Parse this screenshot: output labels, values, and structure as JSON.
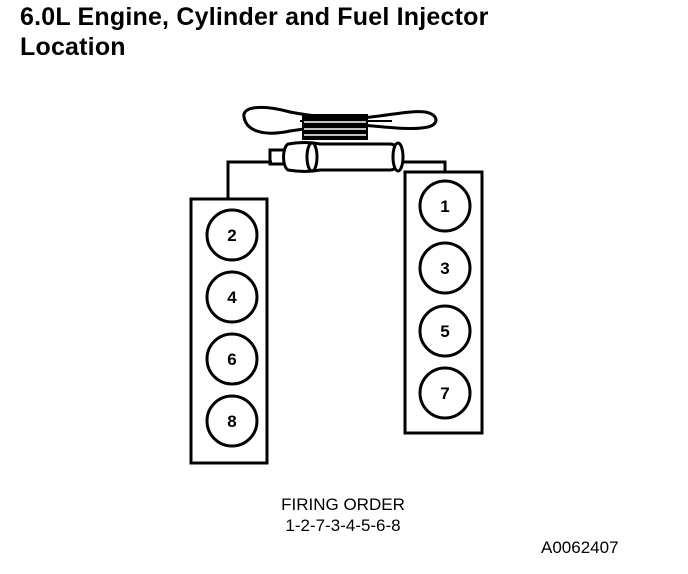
{
  "title": {
    "line1": "6.0L Engine, Cylinder and Fuel Injector",
    "line2": "Location"
  },
  "cylinders": {
    "left_bank": [
      "2",
      "4",
      "6",
      "8"
    ],
    "right_bank": [
      "1",
      "3",
      "5",
      "7"
    ]
  },
  "firing_order": {
    "label": "FIRING ORDER",
    "sequence": "1-2-7-3-4-5-6-8"
  },
  "figure_code": "A0062407"
}
